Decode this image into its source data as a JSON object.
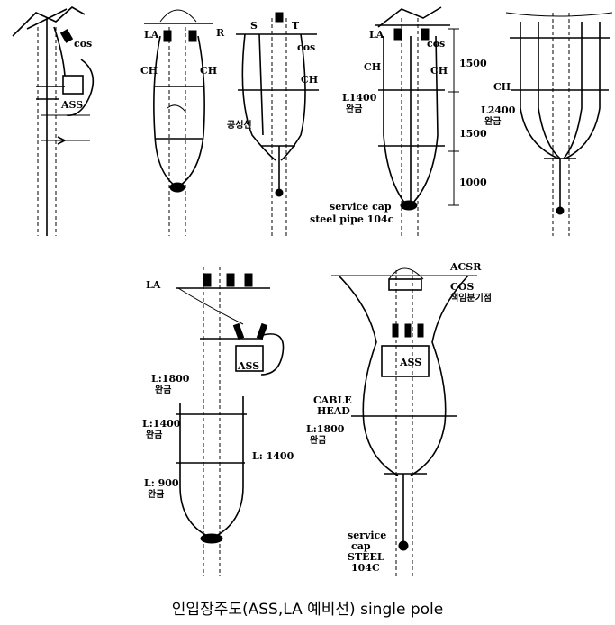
{
  "caption": "인입장주도(ASS,LA 예비선) single pole",
  "fig1": {
    "cos": "cos",
    "ass": "ASS"
  },
  "fig2": {
    "la": "LA",
    "ch_left": "CH",
    "ch_right": "CH"
  },
  "fig3": {
    "r": "R",
    "s": "S",
    "t": "T",
    "cos": "cos",
    "ch": "CH",
    "neutral": "공성선"
  },
  "fig4": {
    "la": "LA",
    "cos": "cos",
    "ch_left": "CH",
    "ch_right": "CH",
    "dim1": "1500",
    "dim2": "1500",
    "dim3": "1000",
    "arm": "L1400",
    "arm_kr": "완금",
    "service_cap": "service cap",
    "steel_pipe": "steel pipe 104c"
  },
  "fig5": {
    "ch": "CH",
    "arm": "L2400",
    "arm_kr": "완금"
  },
  "fig6": {
    "la": "LA",
    "ass": "ASS",
    "arm1": "L:1800",
    "arm1_kr": "완금",
    "arm2": "L:1400",
    "arm2_kr": "완금",
    "arm3": "L: 1400",
    "arm4": "L: 900",
    "arm4_kr": "완금"
  },
  "fig7": {
    "acsr": "ACSR",
    "cos": "COS",
    "cos_kr": "책임분기점",
    "ass": "ASS",
    "cable": "CABLE",
    "head": "HEAD",
    "arm": "L:1800",
    "arm_kr": "완금",
    "service": "service",
    "cap": "cap",
    "steel": "STEEL",
    "pipe": "104C"
  }
}
